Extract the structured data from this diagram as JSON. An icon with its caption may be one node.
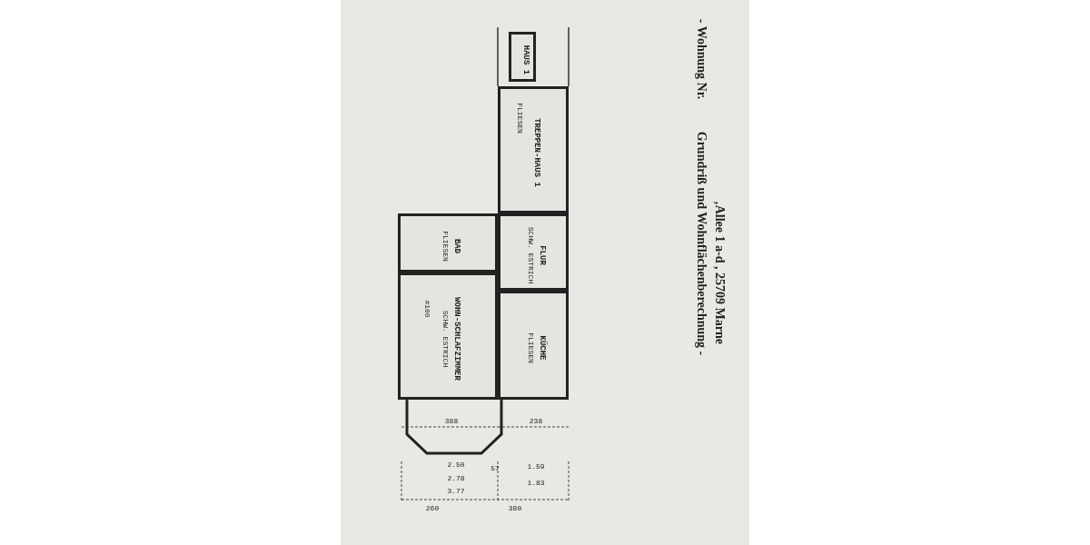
{
  "diagram": {
    "title": "‚Allee 1 a-d , 25709 Marne",
    "nodes": [
      {
        "text": [
          "HAUS 1"
        ]
      },
      {
        "text": [
          "TREPPEN-HAUS 1"
        ]
      },
      {
        "text": [
          "FLUR",
          "SCHW. ESTRICH"
        ]
      },
      {
        "text": [
          "BAD",
          "FLIESEN"
        ]
      },
      {
        "text": [
          "WOHN-SCHLAFZIMMER",
          "SCHW. ESTRICH"
        ]
      },
      {
        "text": [
          "KÜCHE",
          "FLIESEN"
        ]
      },
      {
        "text": [],
        "shape": "box"
      }
    ],
    "edges": [],
    "labels": [
      "- Wohnung Nr.",
      "Grundriß und Wohnflächenberechnung -",
      "FLIESEN",
      "#100",
      "388",
      "238",
      "2.50",
      "2.78",
      "3.77",
      "57",
      "1.59",
      "1.83",
      "260",
      "380"
    ]
  }
}
